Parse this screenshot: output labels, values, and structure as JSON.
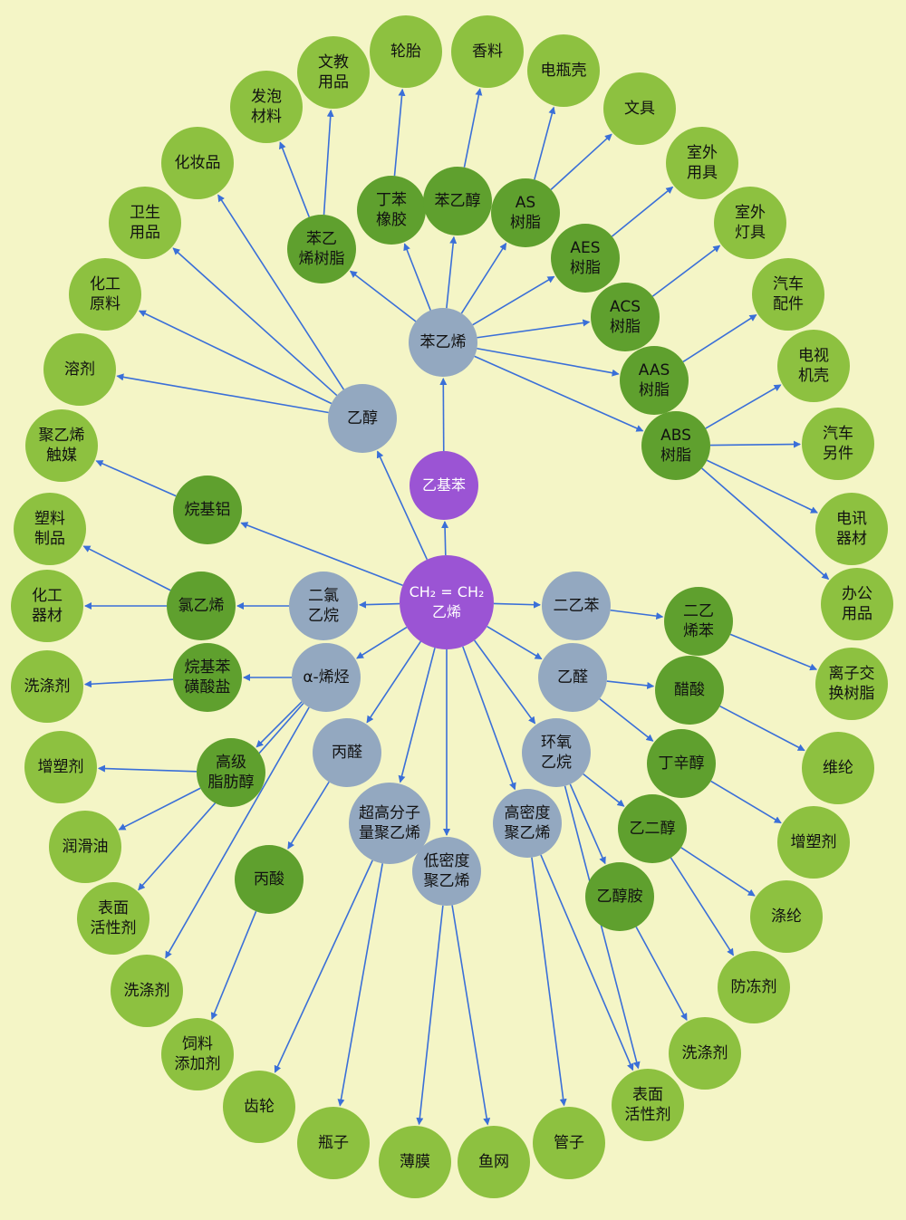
{
  "colors": {
    "background": "#f4f5c6",
    "arrow": "#3a6fd8",
    "root": "#9b54d4",
    "intermediate": "#93a8c0",
    "derivative": "#5fa02e",
    "product": "#8dc140"
  },
  "nodes": {
    "ethylene": {
      "label": "CH₂ = CH₂\n乙烯",
      "kind": "root"
    },
    "ethylbenzene": {
      "label": "乙基苯",
      "kind": "root"
    },
    "styrene": {
      "label": "苯乙烯",
      "kind": "intermediate"
    },
    "ethanol": {
      "label": "乙醇",
      "kind": "intermediate"
    },
    "dichloroethane": {
      "label": "二氯\n乙烷",
      "kind": "intermediate"
    },
    "alpha_olefin": {
      "label": "α-烯烃",
      "kind": "intermediate"
    },
    "propanal": {
      "label": "丙醛",
      "kind": "intermediate"
    },
    "uhmwpe": {
      "label": "超高分子\n量聚乙烯",
      "kind": "intermediate"
    },
    "ldpe": {
      "label": "低密度\n聚乙烯",
      "kind": "intermediate"
    },
    "hdpe": {
      "label": "高密度\n聚乙烯",
      "kind": "intermediate"
    },
    "ethylene_oxide": {
      "label": "环氧\n乙烷",
      "kind": "intermediate"
    },
    "acetaldehyde": {
      "label": "乙醛",
      "kind": "intermediate"
    },
    "diethylbenzene": {
      "label": "二乙苯",
      "kind": "intermediate"
    },
    "ps_resin": {
      "label": "苯乙\n烯树脂",
      "kind": "derivative"
    },
    "sbr": {
      "label": "丁苯\n橡胶",
      "kind": "derivative"
    },
    "phenylethanol": {
      "label": "苯乙醇",
      "kind": "derivative"
    },
    "as_resin": {
      "label": "AS\n树脂",
      "kind": "derivative"
    },
    "aes_resin": {
      "label": "AES\n树脂",
      "kind": "derivative"
    },
    "acs_resin": {
      "label": "ACS\n树脂",
      "kind": "derivative"
    },
    "aas_resin": {
      "label": "AAS\n树脂",
      "kind": "derivative"
    },
    "abs_resin": {
      "label": "ABS\n树脂",
      "kind": "derivative"
    },
    "alkyl_aluminum": {
      "label": "烷基铝",
      "kind": "derivative"
    },
    "vinyl_chloride": {
      "label": "氯乙烯",
      "kind": "derivative"
    },
    "alkylbenzene_sulfonate": {
      "label": "烷基苯\n磺酸盐",
      "kind": "derivative"
    },
    "fatty_alcohol": {
      "label": "高级\n脂肪醇",
      "kind": "derivative"
    },
    "propionic_acid": {
      "label": "丙酸",
      "kind": "derivative"
    },
    "divinylbenzene": {
      "label": "二乙\n烯苯",
      "kind": "derivative"
    },
    "acetic_acid": {
      "label": "醋酸",
      "kind": "derivative"
    },
    "octanol": {
      "label": "丁辛醇",
      "kind": "derivative"
    },
    "glycol": {
      "label": "乙二醇",
      "kind": "derivative"
    },
    "ethanolamine": {
      "label": "乙醇胺",
      "kind": "derivative"
    },
    "p_foam": {
      "label": "发泡\n材料",
      "kind": "product"
    },
    "p_stationery_use": {
      "label": "文教\n用品",
      "kind": "product"
    },
    "p_tires": {
      "label": "轮胎",
      "kind": "product"
    },
    "p_flavor": {
      "label": "香料",
      "kind": "product"
    },
    "p_battery_case": {
      "label": "电瓶壳",
      "kind": "product"
    },
    "p_stationery": {
      "label": "文具",
      "kind": "product"
    },
    "p_outdoor_goods": {
      "label": "室外\n用具",
      "kind": "product"
    },
    "p_outdoor_lamps": {
      "label": "室外\n灯具",
      "kind": "product"
    },
    "p_car_parts": {
      "label": "汽车\n配件",
      "kind": "product"
    },
    "p_tv_case": {
      "label": "电视\n机壳",
      "kind": "product"
    },
    "p_car_accessories": {
      "label": "汽车\n另件",
      "kind": "product"
    },
    "p_telecom": {
      "label": "电讯\n器材",
      "kind": "product"
    },
    "p_office": {
      "label": "办公\n用品",
      "kind": "product"
    },
    "p_ion_exchange": {
      "label": "离子交\n换树脂",
      "kind": "product"
    },
    "p_vinylon": {
      "label": "维纶",
      "kind": "product"
    },
    "p_plasticizer_r": {
      "label": "增塑剂",
      "kind": "product"
    },
    "p_polyester": {
      "label": "涤纶",
      "kind": "product"
    },
    "p_antifreeze": {
      "label": "防冻剂",
      "kind": "product"
    },
    "p_detergent_r": {
      "label": "洗涤剂",
      "kind": "product"
    },
    "p_surfactant_r": {
      "label": "表面\n活性剂",
      "kind": "product"
    },
    "p_pipes": {
      "label": "管子",
      "kind": "product"
    },
    "p_fishnet": {
      "label": "鱼网",
      "kind": "product"
    },
    "p_film": {
      "label": "薄膜",
      "kind": "product"
    },
    "p_bottles": {
      "label": "瓶子",
      "kind": "product"
    },
    "p_gears": {
      "label": "齿轮",
      "kind": "product"
    },
    "p_feed_additive": {
      "label": "饲料\n添加剂",
      "kind": "product"
    },
    "p_detergent_l2": {
      "label": "洗涤剂",
      "kind": "product"
    },
    "p_surfactant_l": {
      "label": "表面\n活性剂",
      "kind": "product"
    },
    "p_lubricant": {
      "label": "润滑油",
      "kind": "product"
    },
    "p_plasticizer_l": {
      "label": "增塑剂",
      "kind": "product"
    },
    "p_detergent_l": {
      "label": "洗涤剂",
      "kind": "product"
    },
    "p_chem_equipment": {
      "label": "化工\n器材",
      "kind": "product"
    },
    "p_plastic_products": {
      "label": "塑料\n制品",
      "kind": "product"
    },
    "p_pe_catalyst": {
      "label": "聚乙烯\n触媒",
      "kind": "product"
    },
    "p_solvent": {
      "label": "溶剂",
      "kind": "product"
    },
    "p_chem_raw": {
      "label": "化工\n原料",
      "kind": "product"
    },
    "p_sanitary": {
      "label": "卫生\n用品",
      "kind": "product"
    },
    "p_cosmetics": {
      "label": "化妆品",
      "kind": "product"
    }
  },
  "edges": [
    [
      "ethylene",
      "ethylbenzene"
    ],
    [
      "ethylbenzene",
      "styrene"
    ],
    [
      "styrene",
      "ps_resin"
    ],
    [
      "styrene",
      "sbr"
    ],
    [
      "styrene",
      "phenylethanol"
    ],
    [
      "styrene",
      "as_resin"
    ],
    [
      "styrene",
      "aes_resin"
    ],
    [
      "styrene",
      "acs_resin"
    ],
    [
      "styrene",
      "aas_resin"
    ],
    [
      "styrene",
      "abs_resin"
    ],
    [
      "ps_resin",
      "p_foam"
    ],
    [
      "ps_resin",
      "p_stationery_use"
    ],
    [
      "sbr",
      "p_tires"
    ],
    [
      "phenylethanol",
      "p_flavor"
    ],
    [
      "as_resin",
      "p_battery_case"
    ],
    [
      "as_resin",
      "p_stationery"
    ],
    [
      "aes_resin",
      "p_outdoor_goods"
    ],
    [
      "acs_resin",
      "p_outdoor_lamps"
    ],
    [
      "aas_resin",
      "p_car_parts"
    ],
    [
      "abs_resin",
      "p_tv_case"
    ],
    [
      "abs_resin",
      "p_car_accessories"
    ],
    [
      "abs_resin",
      "p_telecom"
    ],
    [
      "abs_resin",
      "p_office"
    ],
    [
      "ethylene",
      "ethanol"
    ],
    [
      "ethanol",
      "p_cosmetics"
    ],
    [
      "ethanol",
      "p_sanitary"
    ],
    [
      "ethanol",
      "p_chem_raw"
    ],
    [
      "ethanol",
      "p_solvent"
    ],
    [
      "ethylene",
      "alkyl_aluminum"
    ],
    [
      "alkyl_aluminum",
      "p_pe_catalyst"
    ],
    [
      "ethylene",
      "dichloroethane"
    ],
    [
      "dichloroethane",
      "vinyl_chloride"
    ],
    [
      "vinyl_chloride",
      "p_plastic_products"
    ],
    [
      "vinyl_chloride",
      "p_chem_equipment"
    ],
    [
      "ethylene",
      "alpha_olefin"
    ],
    [
      "alpha_olefin",
      "alkylbenzene_sulfonate"
    ],
    [
      "alkylbenzene_sulfonate",
      "p_detergent_l"
    ],
    [
      "alpha_olefin",
      "fatty_alcohol"
    ],
    [
      "fatty_alcohol",
      "p_plasticizer_l"
    ],
    [
      "fatty_alcohol",
      "p_lubricant"
    ],
    [
      "alpha_olefin",
      "p_surfactant_l"
    ],
    [
      "alpha_olefin",
      "p_detergent_l2"
    ],
    [
      "ethylene",
      "propanal"
    ],
    [
      "propanal",
      "propionic_acid"
    ],
    [
      "propionic_acid",
      "p_feed_additive"
    ],
    [
      "ethylene",
      "uhmwpe"
    ],
    [
      "uhmwpe",
      "p_gears"
    ],
    [
      "uhmwpe",
      "p_bottles"
    ],
    [
      "ethylene",
      "ldpe"
    ],
    [
      "ldpe",
      "p_film"
    ],
    [
      "ldpe",
      "p_fishnet"
    ],
    [
      "ethylene",
      "hdpe"
    ],
    [
      "hdpe",
      "p_pipes"
    ],
    [
      "hdpe",
      "p_surfactant_r"
    ],
    [
      "ethylene",
      "ethylene_oxide"
    ],
    [
      "ethylene_oxide",
      "glycol"
    ],
    [
      "ethylene_oxide",
      "ethanolamine"
    ],
    [
      "ethylene_oxide",
      "p_surfactant_r"
    ],
    [
      "glycol",
      "p_polyester"
    ],
    [
      "glycol",
      "p_antifreeze"
    ],
    [
      "ethanolamine",
      "p_detergent_r"
    ],
    [
      "ethylene",
      "acetaldehyde"
    ],
    [
      "acetaldehyde",
      "acetic_acid"
    ],
    [
      "acetaldehyde",
      "octanol"
    ],
    [
      "acetic_acid",
      "p_vinylon"
    ],
    [
      "octanol",
      "p_plasticizer_r"
    ],
    [
      "ethylene",
      "diethylbenzene"
    ],
    [
      "diethylbenzene",
      "divinylbenzene"
    ],
    [
      "divinylbenzene",
      "p_ion_exchange"
    ]
  ]
}
